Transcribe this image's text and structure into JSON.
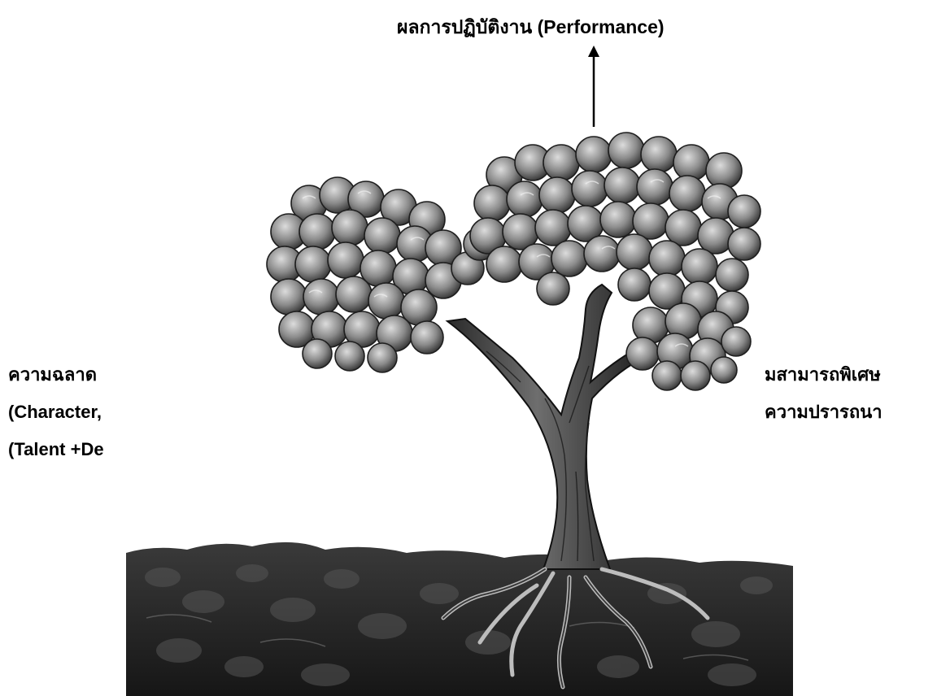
{
  "top_label": "ผลการปฏิบัติงาน  (Performance)",
  "left_text": {
    "line1": "ความฉลาด",
    "line2": "(Character,",
    "line3": "(Talent +De"
  },
  "right_text": {
    "line1": "มสามารถพิเศษ",
    "line2": "ความปรารถนา"
  },
  "colors": {
    "text": "#000000",
    "ink": "#1a1a1a",
    "foliage_light": "#c8c8c8",
    "foliage_mid": "#7a7a7a",
    "soil_dark": "#2a2a2a",
    "background": "#ffffff"
  },
  "icons": {
    "arrow": "arrow-up-icon",
    "illustration": "tree-with-roots"
  }
}
